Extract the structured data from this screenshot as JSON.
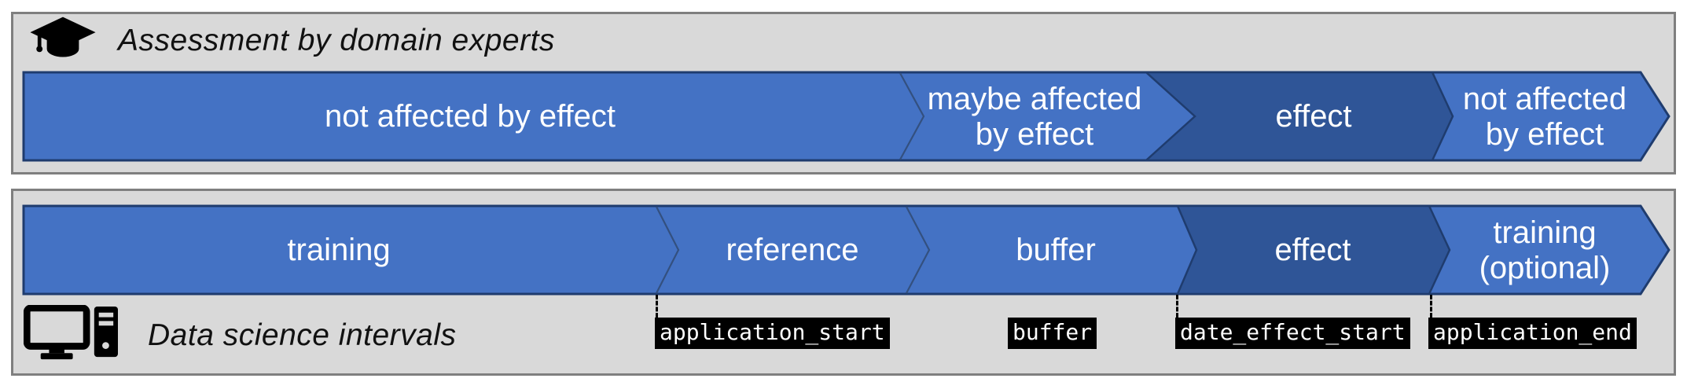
{
  "colors": {
    "segment_light": "#4472C4",
    "segment_dark": "#2F5597",
    "segment_outline": "#1F3C6E",
    "separator_line": "#33507F",
    "panel_background": "#D9D9D9",
    "panel_border": "#7F7F7F",
    "marker_background": "#000000",
    "marker_text": "#FFFFFF",
    "header_text": "#111111"
  },
  "assessment": {
    "icon": "graduation-cap",
    "header": "Assessment by domain experts",
    "segments": [
      {
        "id": "not-affected-1",
        "emphasis": "light",
        "lines": [
          "not affected by effect"
        ]
      },
      {
        "id": "maybe-affected",
        "emphasis": "light",
        "lines": [
          "maybe affected",
          "by effect"
        ]
      },
      {
        "id": "effect",
        "emphasis": "dark",
        "lines": [
          "effect"
        ]
      },
      {
        "id": "not-affected-2",
        "emphasis": "light",
        "lines": [
          "not affected",
          "by effect"
        ]
      }
    ]
  },
  "data_science": {
    "icon": "desktop-computer",
    "header": "Data science intervals",
    "segments": [
      {
        "id": "training",
        "emphasis": "light",
        "lines": [
          "training"
        ]
      },
      {
        "id": "reference",
        "emphasis": "light",
        "lines": [
          "reference"
        ]
      },
      {
        "id": "buffer",
        "emphasis": "light",
        "lines": [
          "buffer"
        ]
      },
      {
        "id": "effect",
        "emphasis": "dark",
        "lines": [
          "effect"
        ]
      },
      {
        "id": "training-optional",
        "emphasis": "light",
        "lines": [
          "training",
          "(optional)"
        ]
      }
    ],
    "markers": [
      {
        "label": "application_start",
        "connector": true
      },
      {
        "label": "buffer",
        "connector": false
      },
      {
        "label": "date_effect_start",
        "connector": true
      },
      {
        "label": "application_end",
        "connector": true
      }
    ]
  }
}
